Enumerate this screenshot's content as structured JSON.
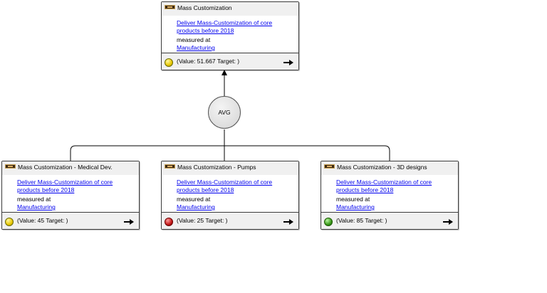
{
  "aggregator": {
    "label": "AVG"
  },
  "nodes": [
    {
      "title": "Mass Customization",
      "goal": "Deliver Mass-Customization of core products before 2018",
      "measured_at": "measured at",
      "location": "Manufacturing",
      "value_text": "(Value: 51.667  Target: )",
      "status": "yellow",
      "status_color": "#e8c800"
    },
    {
      "title": "Mass Customization - Medical Dev.",
      "goal": "Deliver Mass-Customization of core products before 2018",
      "measured_at": "measured at",
      "location": "Manufacturing",
      "value_text": "(Value: 45  Target: )",
      "status": "yellow",
      "status_color": "#e8c800"
    },
    {
      "title": "Mass Customization - Pumps",
      "goal": "Deliver Mass-Customization of core products before 2018",
      "measured_at": "measured at",
      "location": "Manufacturing",
      "value_text": "(Value: 25  Target: )",
      "status": "red",
      "status_color": "#c41a1a"
    },
    {
      "title": "Mass Customization - 3D designs",
      "goal": "Deliver Mass-Customization of core products before 2018",
      "measured_at": "measured at",
      "location": "Manufacturing",
      "value_text": "(Value: 85  Target: )",
      "status": "green",
      "status_color": "#3a9a1a"
    }
  ]
}
